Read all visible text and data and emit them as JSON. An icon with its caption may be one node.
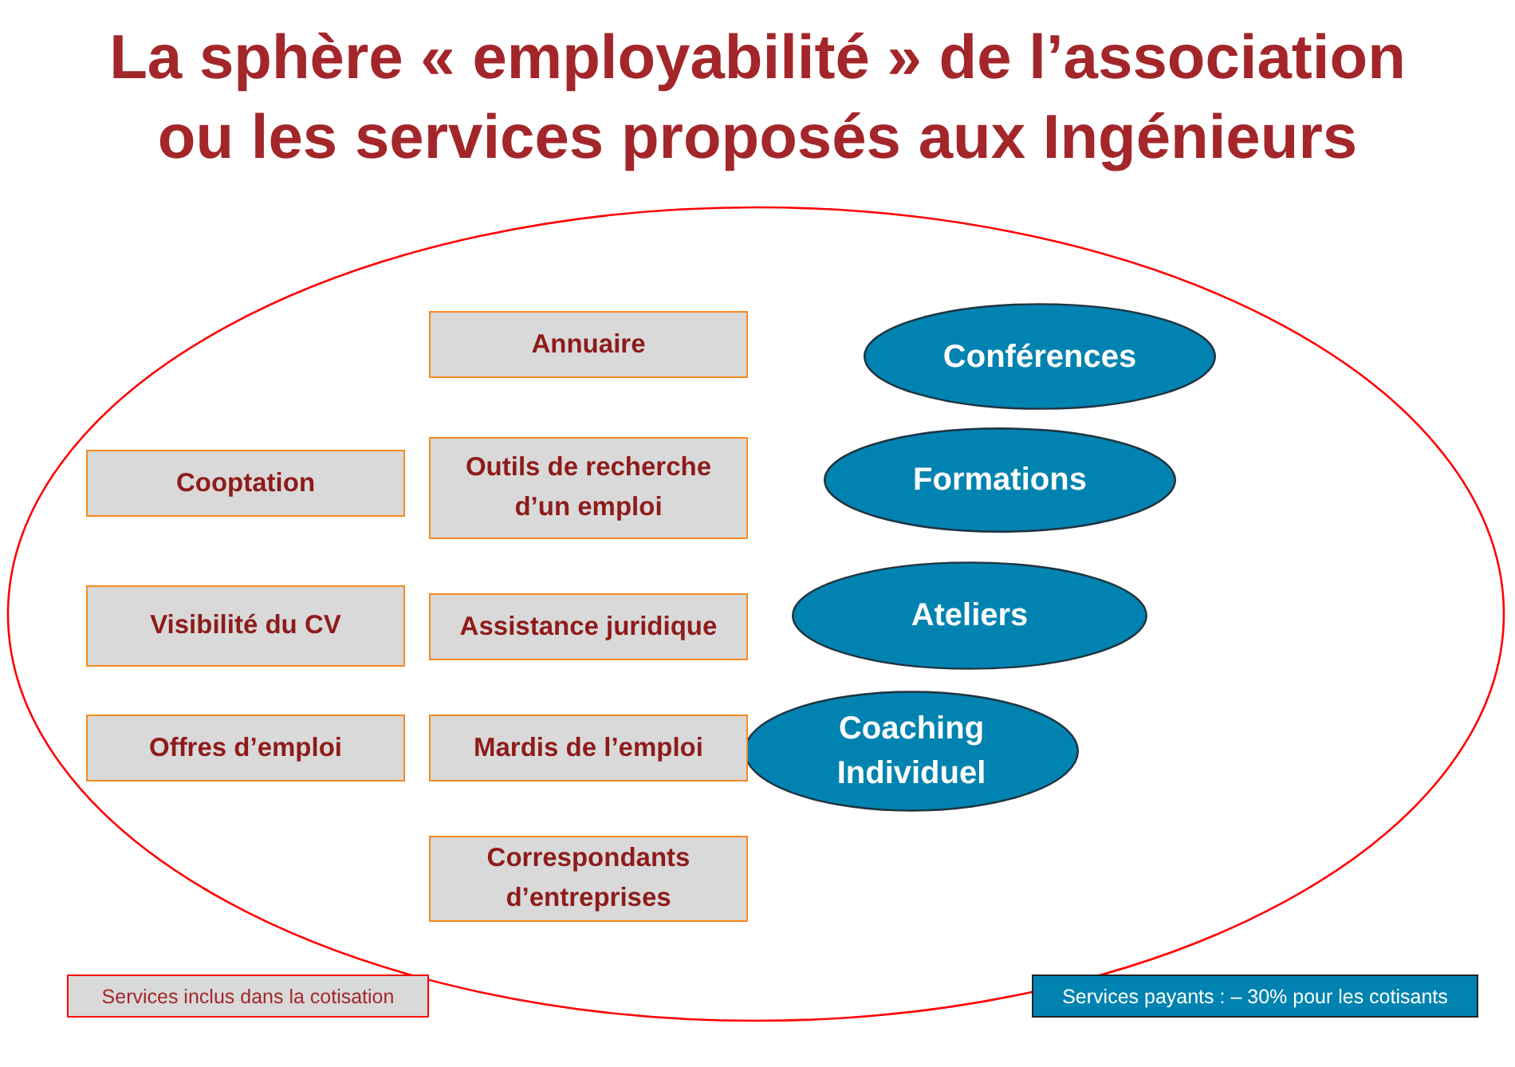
{
  "diagram": {
    "title": "La sphère « employabilité » de l’association ou les services proposés aux Ingénieurs",
    "nodes": [
      {
        "text": [],
        "shape": "ellipse"
      },
      {
        "text": [
          "Annuaire"
        ],
        "in": 0
      },
      {
        "text": [
          "Conférences"
        ],
        "in": 0
      },
      {
        "text": [
          "Cooptation"
        ],
        "in": 0
      },
      {
        "text": [
          "Outils de recherche d’un emploi"
        ],
        "in": 0
      },
      {
        "text": [
          "Formations"
        ],
        "in": 0
      },
      {
        "text": [
          "Visibilité du CV"
        ],
        "in": 0
      },
      {
        "text": [
          "Assistance juridique"
        ],
        "in": 0
      },
      {
        "text": [
          "Ateliers"
        ],
        "in": 0
      },
      {
        "text": [
          "Offres d’emploi"
        ],
        "in": 0
      },
      {
        "text": [
          "Mardis de l’emploi"
        ],
        "in": 0
      },
      {
        "text": [
          "Coaching Individuel"
        ],
        "in": 0
      },
      {
        "text": [
          "Correspondants d’entreprises"
        ],
        "in": 0
      }
    ],
    "edges": [],
    "legend": [
      {
        "text": "Services inclus dans la cotisation",
        "color": "#d9d9d9"
      },
      {
        "text": "Services payants : – 30% pour les cotisants",
        "color": "#0083b0"
      }
    ]
  }
}
